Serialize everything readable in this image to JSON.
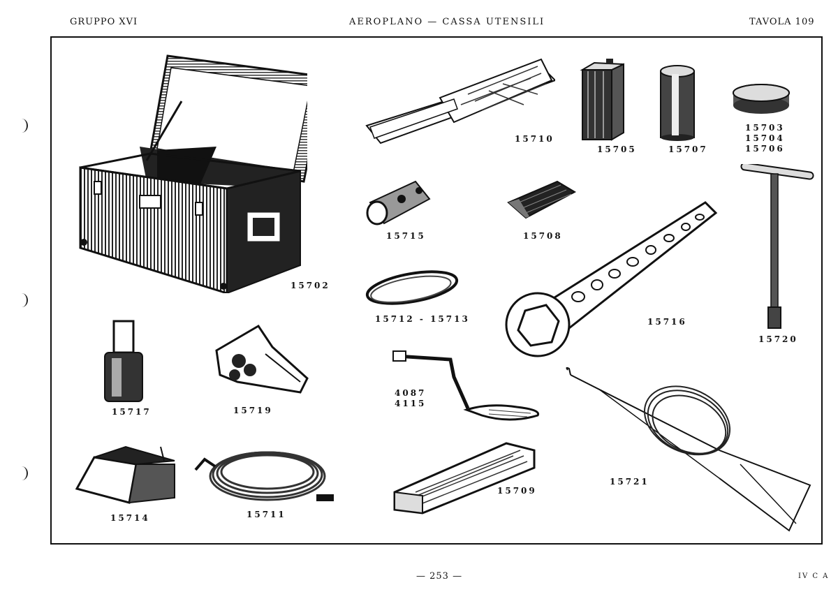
{
  "header": {
    "left": "GRUPPO XVI",
    "center": "AEROPLANO — CASSA UTENSILI",
    "right": "TAVOLA 109"
  },
  "footer": {
    "page_number": "— 253 —",
    "printer_mark": "IV C A"
  },
  "items": {
    "box": "15702",
    "tray": "15710",
    "can_square": "15705",
    "can_round": "15707",
    "tin": [
      "15703",
      "15704",
      "15706"
    ],
    "socket": "15715",
    "brush": "15708",
    "rings": "15712 - 15713",
    "spanner": "15716",
    "t_wrench": "15720",
    "spark_tool": "15717",
    "clamp": "15719",
    "crank": [
      "4087",
      "4115"
    ],
    "funnel": "15714",
    "hose": "15711",
    "roll": "15709",
    "wire": "15721"
  }
}
